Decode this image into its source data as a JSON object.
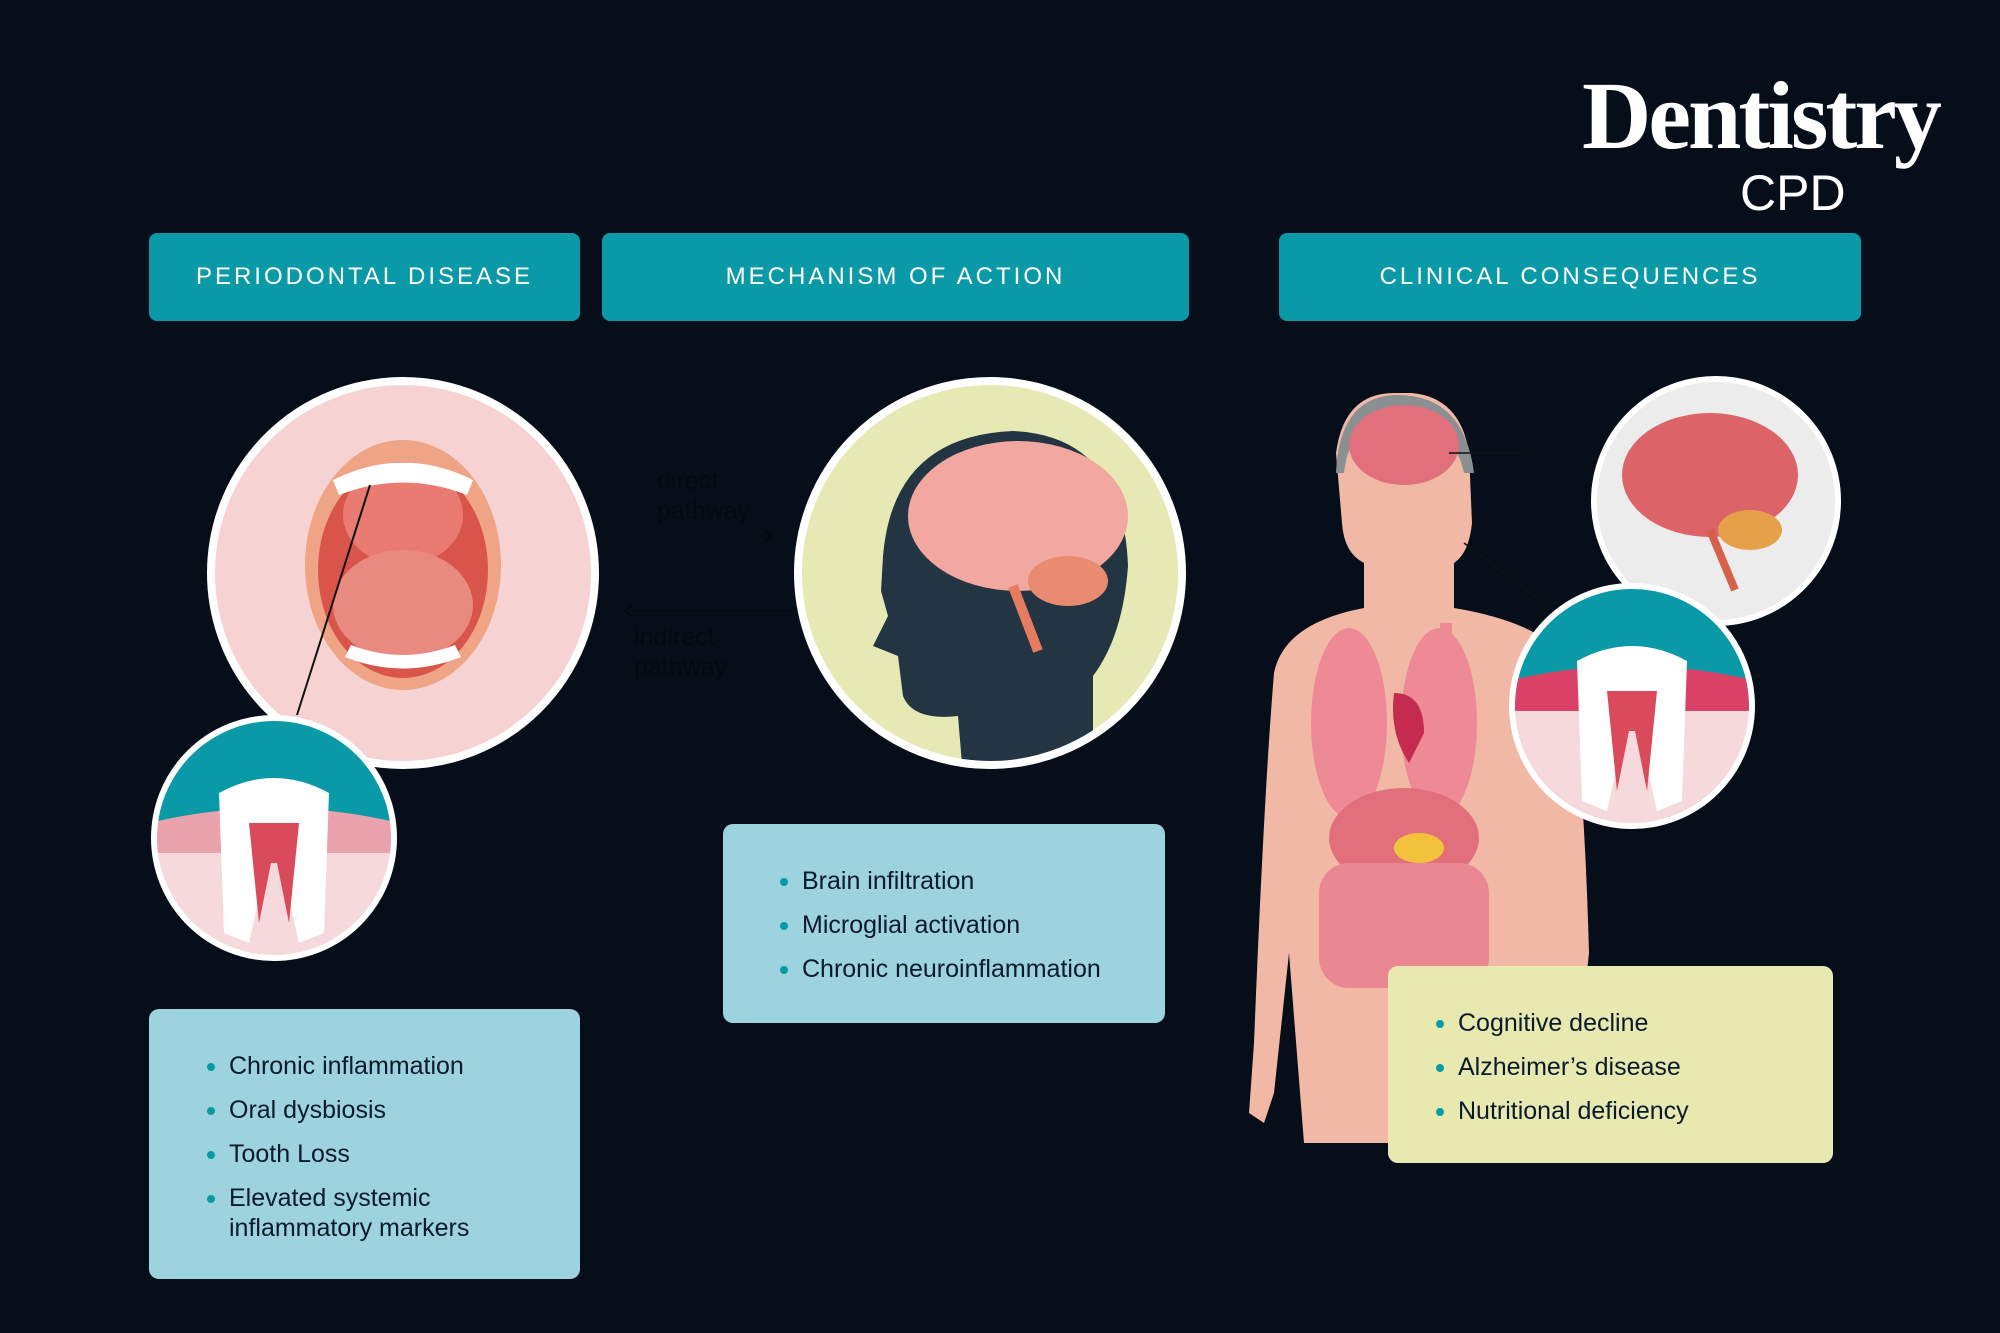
{
  "logo": {
    "main": "Dentistry",
    "sub": "CPD"
  },
  "headers": [
    "PERIODONTAL DISEASE",
    "MECHANISM OF ACTION",
    "CLINICAL CONSEQUENCES"
  ],
  "pathways": {
    "direct": [
      "direct",
      "pathway"
    ],
    "indirect": [
      "indirect",
      "pathway"
    ]
  },
  "periodontal_box": {
    "items": [
      "Chronic inflammation",
      "Oral dysbiosis",
      "Tooth Loss",
      "Elevated systemic inflammatory markers"
    ]
  },
  "mechanism_box": {
    "items": [
      "Brain infiltration",
      "Microglial activation",
      "Chronic neuroinflammation"
    ]
  },
  "consequences_box": {
    "items": [
      "Cognitive decline",
      "Alzheimer’s disease",
      "Nutritional deficiency"
    ]
  },
  "colors": {
    "background": "#060e1a",
    "header": "#0a9aa7",
    "blue_box": "#9dd3de",
    "yellow_box": "#e8e9b0"
  }
}
